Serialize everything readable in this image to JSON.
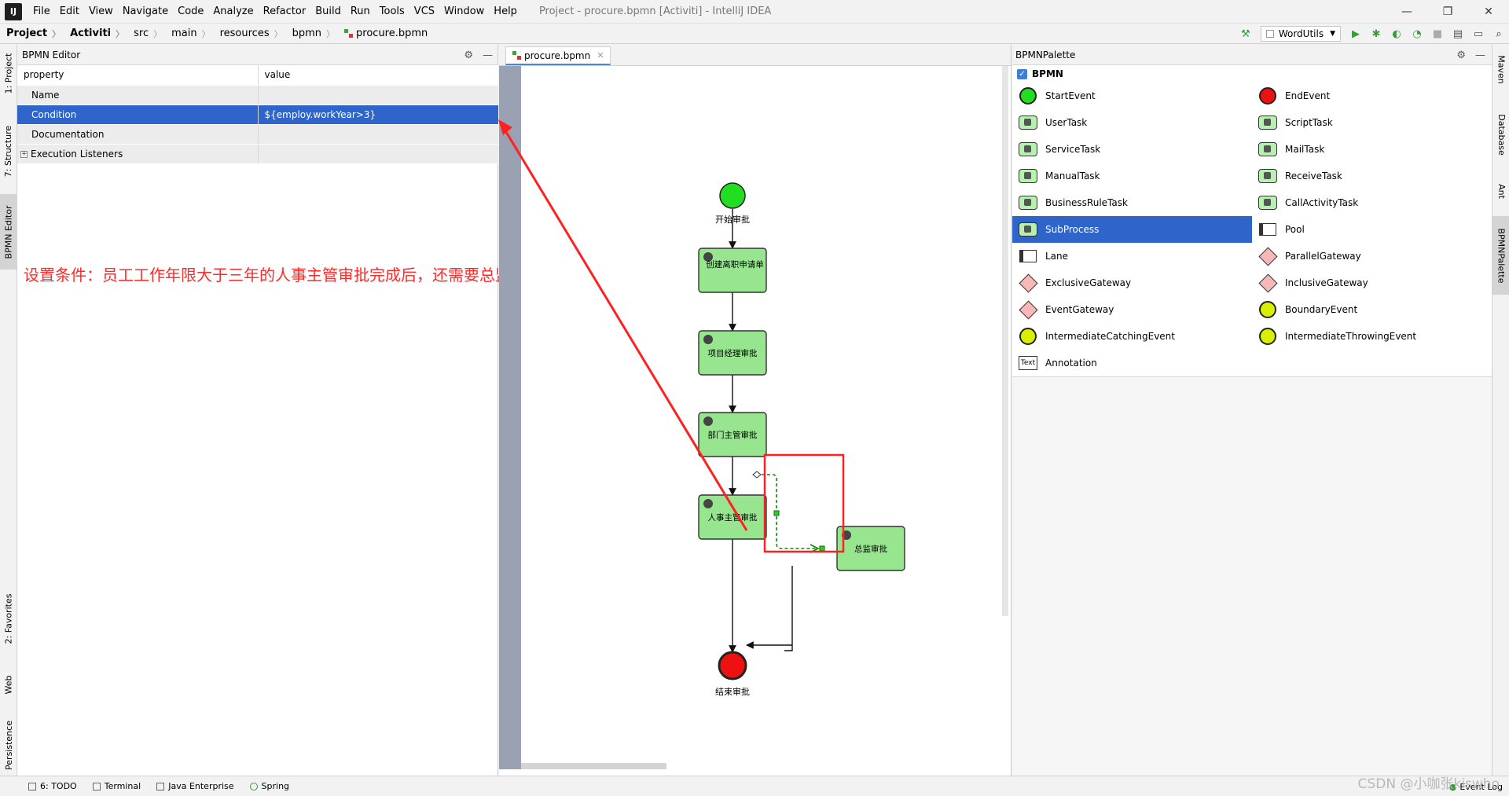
{
  "app": {
    "logo": "IJ",
    "window_title": "Project - procure.bpmn [Activiti] - IntelliJ IDEA",
    "menu": [
      "File",
      "Edit",
      "View",
      "Navigate",
      "Code",
      "Analyze",
      "Refactor",
      "Build",
      "Run",
      "Tools",
      "VCS",
      "Window",
      "Help"
    ],
    "window_controls": {
      "minimize": "—",
      "maximize": "❐",
      "close": "✕"
    }
  },
  "breadcrumbs": [
    "Project",
    "Activiti",
    "src",
    "main",
    "resources",
    "bpmn",
    "procure.bpmn"
  ],
  "toolbar": {
    "run_config": "WordUtils"
  },
  "left_tools": [
    "1: Project",
    "7: Structure",
    "BPMN Editor",
    "2: Favorites",
    "Web",
    "Persistence"
  ],
  "right_tools": [
    "Maven",
    "Database",
    "Ant",
    "BPMNPalette"
  ],
  "bpmn_editor": {
    "title": "BPMN Editor",
    "columns": [
      "property",
      "value"
    ],
    "rows": [
      {
        "property": "Name",
        "value": ""
      },
      {
        "property": "Condition",
        "value": "${employ.workYear>3}"
      },
      {
        "property": "Documentation",
        "value": ""
      },
      {
        "property": "Execution Listeners",
        "value": ""
      }
    ],
    "expander": "+",
    "annotation": "设置条件：员工工作年限大于三年的人事主管审批完成后，还需要总监审批"
  },
  "diagram": {
    "tab": "procure.bpmn",
    "nodes": {
      "start": "开始审批",
      "t1": "创建离职申请单",
      "t2": "项目经理审批",
      "t3": "部门主管审批",
      "t4": "人事主管审批",
      "t5": "总监审批",
      "end": "结束审批"
    }
  },
  "palette": {
    "title": "BPMNPalette",
    "group": "BPMN",
    "items": [
      {
        "label": "StartEvent",
        "icon": "start-event-icon",
        "kind": "circle",
        "color": "#22dd22"
      },
      {
        "label": "EndEvent",
        "icon": "end-event-icon",
        "kind": "circle",
        "color": "#ee1111"
      },
      {
        "label": "UserTask",
        "icon": "user-task-icon",
        "kind": "task"
      },
      {
        "label": "ScriptTask",
        "icon": "script-task-icon",
        "kind": "task"
      },
      {
        "label": "ServiceTask",
        "icon": "service-task-icon",
        "kind": "task"
      },
      {
        "label": "MailTask",
        "icon": "mail-task-icon",
        "kind": "task"
      },
      {
        "label": "ManualTask",
        "icon": "manual-task-icon",
        "kind": "task"
      },
      {
        "label": "ReceiveTask",
        "icon": "receive-task-icon",
        "kind": "task"
      },
      {
        "label": "BusinessRuleTask",
        "icon": "business-rule-task-icon",
        "kind": "task"
      },
      {
        "label": "CallActivityTask",
        "icon": "call-activity-task-icon",
        "kind": "task"
      },
      {
        "label": "SubProcess",
        "icon": "subprocess-icon",
        "kind": "task",
        "selected": true
      },
      {
        "label": "Pool",
        "icon": "pool-icon",
        "kind": "lane"
      },
      {
        "label": "Lane",
        "icon": "lane-icon",
        "kind": "lane"
      },
      {
        "label": "ParallelGateway",
        "icon": "parallel-gateway-icon",
        "kind": "diamond"
      },
      {
        "label": "ExclusiveGateway",
        "icon": "exclusive-gateway-icon",
        "kind": "diamond"
      },
      {
        "label": "InclusiveGateway",
        "icon": "inclusive-gateway-icon",
        "kind": "diamond"
      },
      {
        "label": "EventGateway",
        "icon": "event-gateway-icon",
        "kind": "diamond"
      },
      {
        "label": "BoundaryEvent",
        "icon": "boundary-event-icon",
        "kind": "circle",
        "color": "#d8f000"
      },
      {
        "label": "IntermediateCatchingEvent",
        "icon": "intermediate-catching-event-icon",
        "kind": "circle",
        "color": "#d8f000"
      },
      {
        "label": "IntermediateThrowingEvent",
        "icon": "intermediate-throwing-event-icon",
        "kind": "circle",
        "color": "#d8f000"
      },
      {
        "label": "Annotation",
        "icon": "annotation-icon",
        "kind": "text",
        "glyph": "Text"
      }
    ]
  },
  "status": {
    "tabs": [
      "6: TODO",
      "Terminal",
      "Java Enterprise",
      "Spring"
    ],
    "event_log": "Event Log",
    "watermark": "CSDN @小咖张kiswho"
  }
}
